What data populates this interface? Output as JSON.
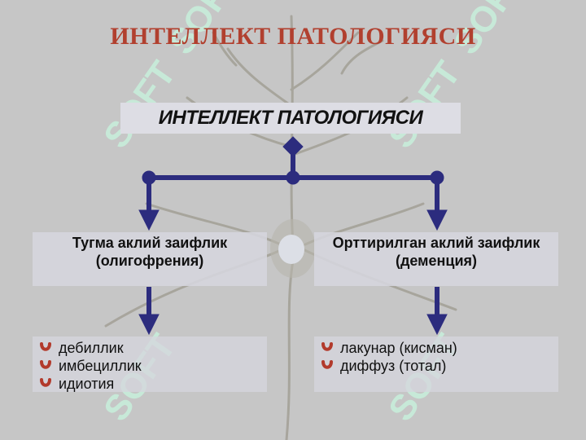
{
  "title": "ИНТЕЛЛЕКТ ПАТОЛОГИЯСИ",
  "heading": "ИНТЕЛЛЕКТ ПАТОЛОГИЯСИ",
  "watermark": "SOFT",
  "colors": {
    "title": "#b1402f",
    "connector": "#2c2c7e",
    "bullet": "#b23a2c",
    "watermark": "#c8f0dc"
  },
  "branches": [
    {
      "line1": "Тугма аклий заифлик",
      "line2": "(олигофрения)",
      "items": [
        "дебиллик",
        "имбециллик",
        "идиотия"
      ]
    },
    {
      "line1": "Орттирилган аклий заифлик",
      "line2": "(деменция)",
      "items": [
        "лакунар (кисман)",
        "диффуз (тотал)"
      ]
    }
  ]
}
